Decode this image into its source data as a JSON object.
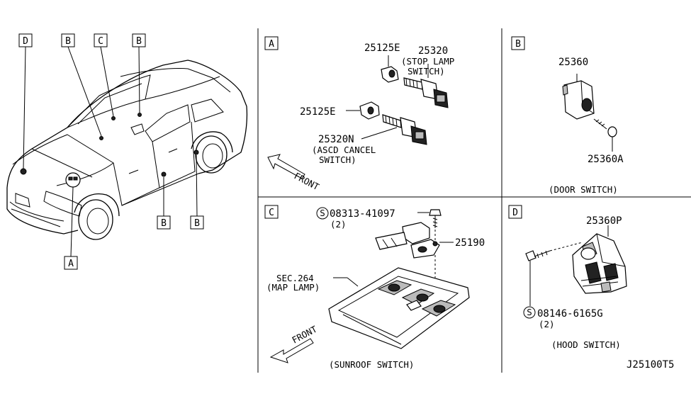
{
  "callouts": {
    "car_d": "D",
    "car_b1": "B",
    "car_c": "C",
    "car_b2": "B",
    "car_b3": "B",
    "car_b4": "B",
    "car_a": "A"
  },
  "panel_a": {
    "letter": "A",
    "p1": "25125E",
    "p2": "25320",
    "p2_desc1": "(STOP LAMP",
    "p2_desc2": "SWITCH)",
    "p3": "25125E",
    "p4": "25320N",
    "p4_desc1": "(ASCD CANCEL",
    "p4_desc2": "SWITCH)",
    "front": "FRONT"
  },
  "panel_b": {
    "letter": "B",
    "p1": "25360",
    "p2": "25360A",
    "caption": "(DOOR SWITCH)"
  },
  "panel_c": {
    "letter": "C",
    "s_mark": "S",
    "p1": "08313-41097",
    "p1_qty": "(2)",
    "p2": "25190",
    "sec1": "SEC.264",
    "sec2": "(MAP LAMP)",
    "front": "FRONT",
    "caption": "(SUNROOF SWITCH)"
  },
  "panel_d": {
    "letter": "D",
    "p1": "25360P",
    "s_mark": "S",
    "p2": "08146-6165G",
    "p2_qty": "(2)",
    "caption": "(HOOD SWITCH)"
  },
  "diagram_code": "J25100T5"
}
